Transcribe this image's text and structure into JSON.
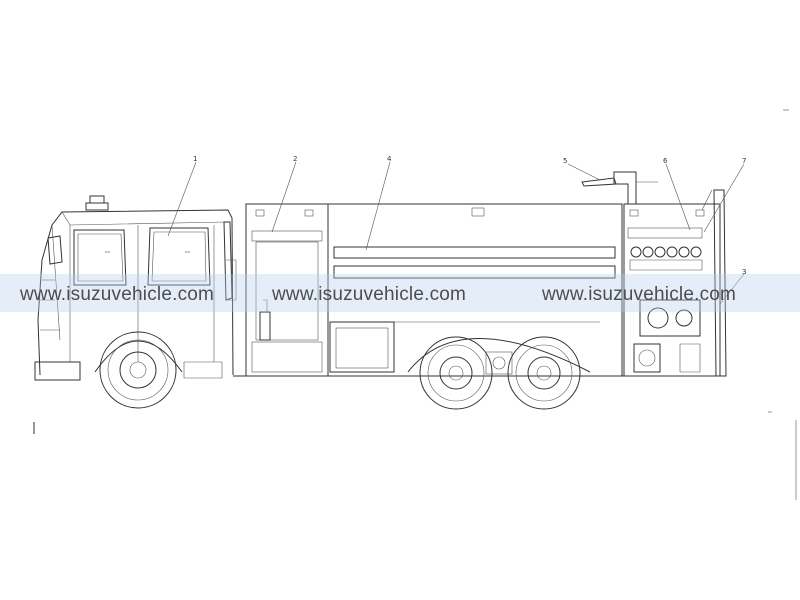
{
  "callouts": [
    "1",
    "2",
    "4",
    "5",
    "6",
    "7",
    "3"
  ],
  "watermark": {
    "text": "www.isuzuvehicle.com",
    "color": "#4d4d4d",
    "band_color": "#b4cdeb"
  },
  "drawing": {
    "subject": "fire-truck-side-elevation",
    "line_color": "#333333",
    "background": "#ffffff"
  }
}
